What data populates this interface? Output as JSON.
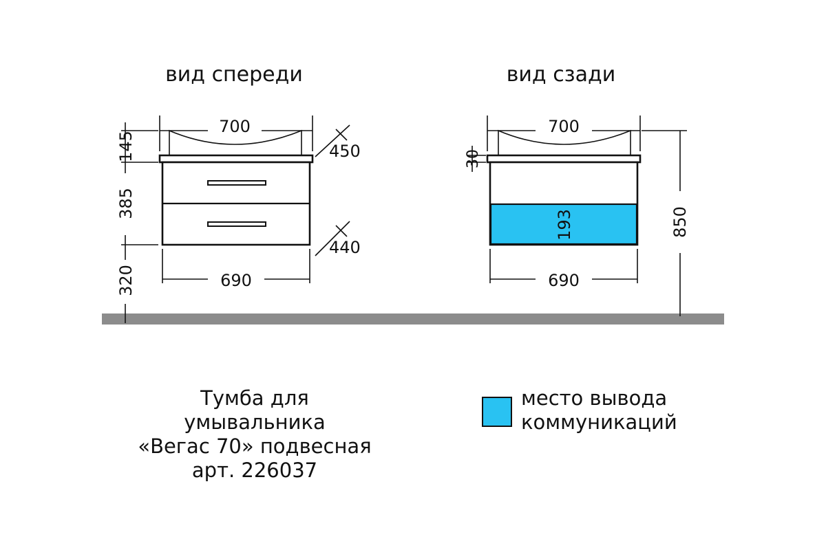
{
  "views": {
    "front_title": "вид спереди",
    "back_title": "вид сзади"
  },
  "front": {
    "width_top": "700",
    "width_bottom": "690",
    "depth_top": "450",
    "depth_bottom": "440",
    "h_sink": "145",
    "h_body": "385",
    "h_floor": "320"
  },
  "back": {
    "width_top": "700",
    "width_bottom": "690",
    "h_top": "30",
    "h_zone": "193",
    "h_total": "850"
  },
  "product": {
    "line1": "Тумба для",
    "line2": "умывальника",
    "line3": "«Вегас 70» подвесная",
    "line4": "арт. 226037"
  },
  "legend": {
    "line1": "место вывода",
    "line2": "коммуникаций"
  },
  "colors": {
    "communication_zone": "#29c2f2",
    "floor": "#8c8c8c",
    "ink": "#111111"
  }
}
